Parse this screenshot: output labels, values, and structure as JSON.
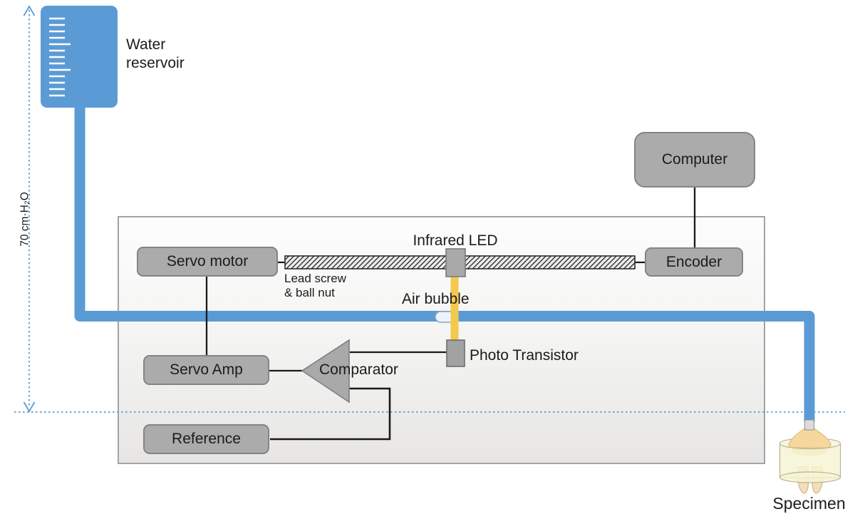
{
  "diagram": {
    "labels": {
      "water_reservoir": "Water\nreservoir",
      "pressure_head": "70 cm·H₂O",
      "servo_motor": "Servo motor",
      "lead_screw": "Lead screw\n& ball nut",
      "infrared_led": "Infrared LED",
      "encoder": "Encoder",
      "computer": "Computer",
      "air_bubble": "Air bubble",
      "photo_transistor": "Photo Transistor",
      "comparator": "Comparator",
      "servo_amp": "Servo Amp",
      "reference": "Reference",
      "specimen": "Specimen"
    },
    "colors": {
      "water_blue": "#5b9bd5",
      "dashed_blue": "#5b9bd5",
      "beam_yellow": "#f4ca4d",
      "box_fill": "#ababab",
      "box_border": "#848484",
      "enclosure_border": "#a3a3a3",
      "wire_black": "#1a1a1a",
      "specimen_cylinder": "#f7f4d2",
      "specimen_cone": "#f6d79e"
    }
  }
}
